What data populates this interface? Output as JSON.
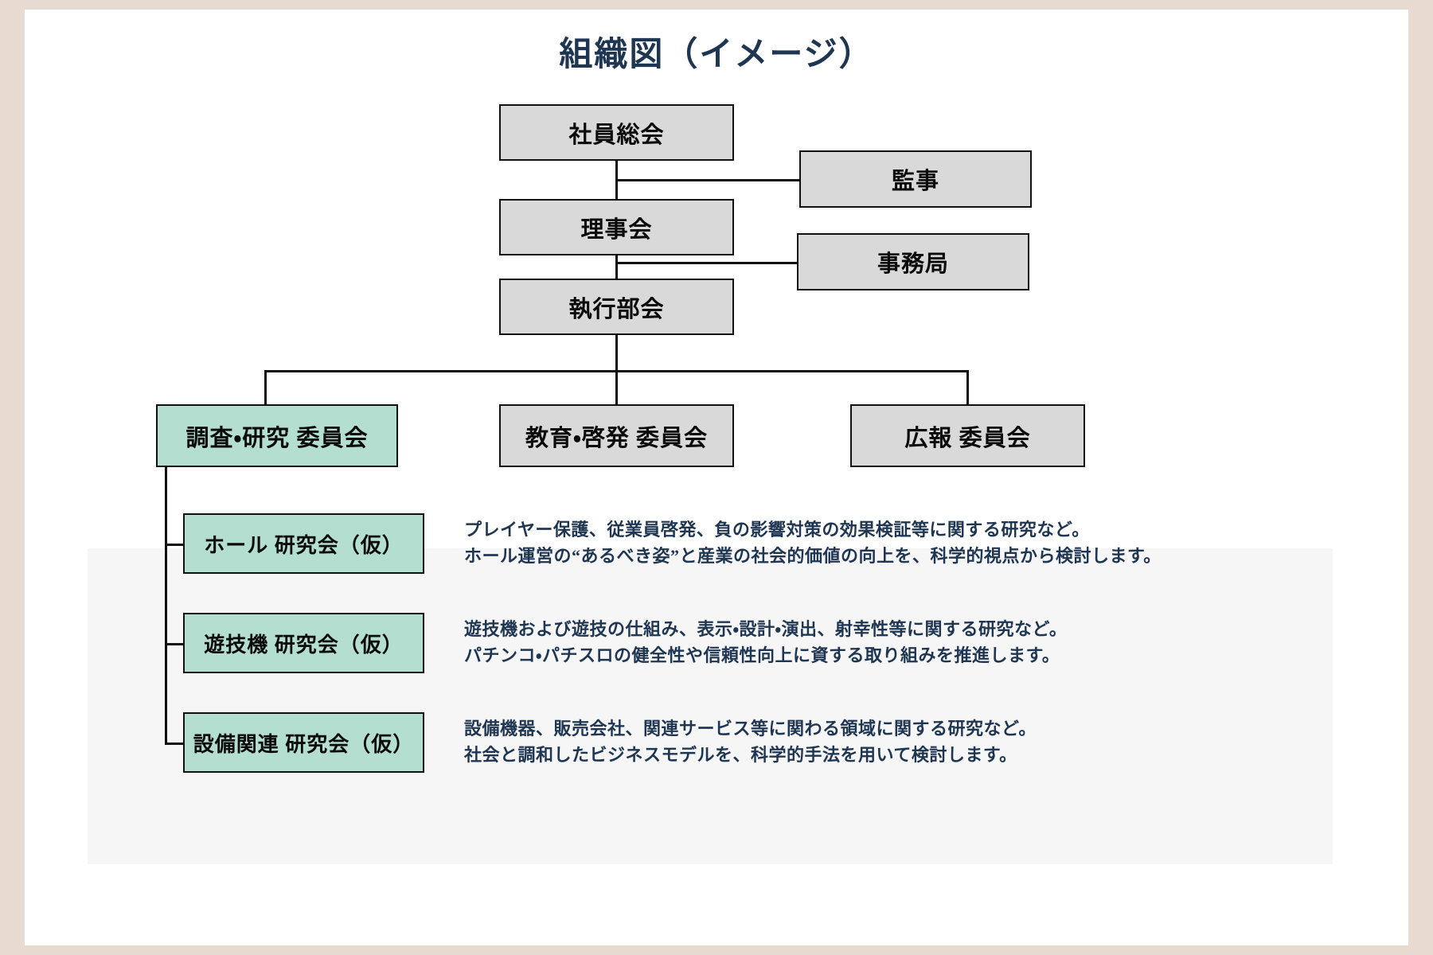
{
  "page": {
    "title": "組織図（イメージ）",
    "border_color": "#e7dad0",
    "canvas_color": "#ffffff",
    "title_color": "#1f3652",
    "panel_color": "#f6f6f6",
    "box_gray": "#d9d9d9",
    "box_green": "#b4dfd0",
    "line_color": "#111111"
  },
  "hierarchy": {
    "general_assembly": "社員総会",
    "board_of_directors": "理事会",
    "executive_committee": "執行部会",
    "auditor": "監事",
    "secretariat": "事務局"
  },
  "committees": [
    {
      "label": "調査・研究 委員会",
      "highlight": true
    },
    {
      "label": "教育・啓発 委員会",
      "highlight": false
    },
    {
      "label": "広報 委員会",
      "highlight": false
    }
  ],
  "research_groups": [
    {
      "label": "ホール 研究会（仮）",
      "description": "プレイヤー保護、従業員啓発、負の影響対策の効果検証等に関する研究など。\nホール運営の“あるべき姿”と産業の社会的価値の向上を、科学的視点から検討します。"
    },
    {
      "label": "遊技機 研究会（仮）",
      "description": "遊技機および遊技の仕組み、表示・設計・演出、射幸性等に関する研究など。\nパチンコ・パチスロの健全性や信頼性向上に資する取り組みを推進します。"
    },
    {
      "label": "設備関連 研究会（仮）",
      "description": "設備機器、販売会社、関連サービス等に関わる領域に関する研究など。\n社会と調和したビジネスモデルを、科学的手法を用いて検討します。"
    }
  ]
}
